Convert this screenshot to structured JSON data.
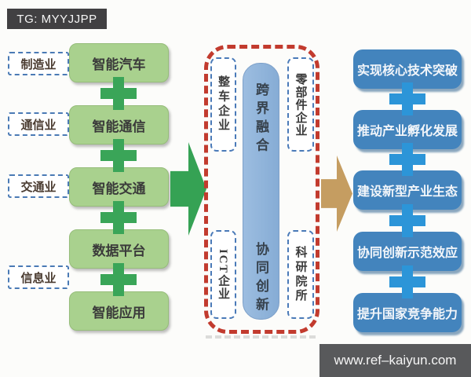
{
  "header": {
    "tag": "TG: MYYJJPP"
  },
  "footer": {
    "url": "www.ref–kaiyun.com"
  },
  "left_flow": {
    "industry_labels": [
      "制造业",
      "通信业",
      "交通业",
      "信息业"
    ],
    "chain_boxes": [
      "智能汽车",
      "智能通信",
      "智能交通",
      "数据平台",
      "智能应用"
    ]
  },
  "center": {
    "fusion_top": "跨界融合",
    "fusion_bottom": "协同创新",
    "stakeholders": [
      "整车企业",
      "零部件企业",
      "ICT企业",
      "科研院所"
    ]
  },
  "right_flow": {
    "outcome_boxes": [
      "实现核心技术突破",
      "推动产业孵化发展",
      "建设新型产业生态",
      "协同创新示范效应",
      "提升国家竞争能力"
    ]
  },
  "colors": {
    "green_box": "#a9d18e",
    "green_plus": "#3aa558",
    "green_arrow": "#35a254",
    "tan_arrow": "#c59d61",
    "blue_box": "#4384bd",
    "blue_plus": "#2c95d8",
    "fusion_bar": "#8fb4dc",
    "dashed_blue": "#4a7ab5",
    "dashed_red": "#c23b2e",
    "header_bg": "#414042",
    "footer_bg": "#58595b"
  }
}
